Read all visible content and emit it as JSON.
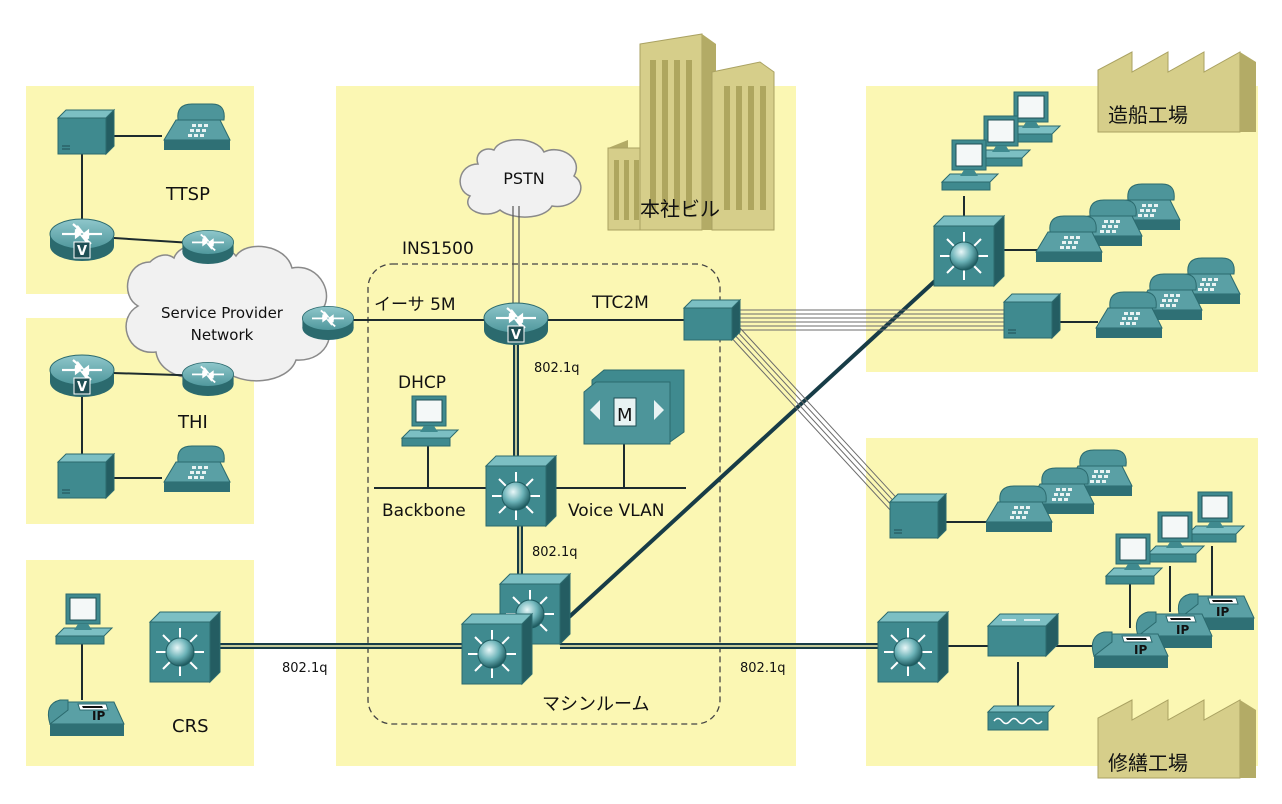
{
  "labels": {
    "ttsp": "TTSP",
    "thi": "THI",
    "crs": "CRS",
    "sp_line1": "Service Provider",
    "sp_line2": "Network",
    "pstn": "PSTN",
    "hq_building": "本社ビル",
    "ins1500": "INS1500",
    "ether5m": "イーサ 5M",
    "ttc2m": "TTC2M",
    "q_upper": "802.1q",
    "q_middle": "802.1q",
    "q_left": "802.1q",
    "q_right": "802.1q",
    "dhcp": "DHCP",
    "backbone": "Backbone",
    "voice_vlan": "Voice VLAN",
    "machine_room": "マシンルーム",
    "shipbuilding": "造船工場",
    "repair": "修繕工場",
    "ip": "IP",
    "m_badge": "M"
  },
  "colors": {
    "zone": "#fbf7b3",
    "device_face": "#3f8a8f",
    "device_top": "#6fb3b7",
    "device_side": "#2b6a6e",
    "link_dark": "#173c47",
    "cloud": "#f0f0f0",
    "building": "#cfc785"
  }
}
